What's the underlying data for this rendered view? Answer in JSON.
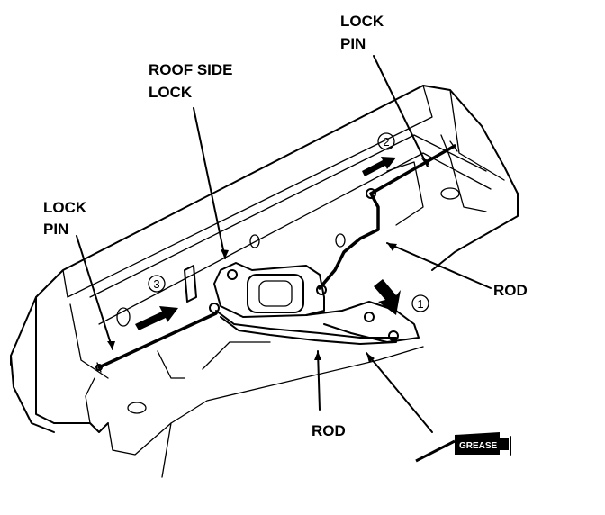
{
  "labels": {
    "lock_pin_top": [
      "LOCK",
      "PIN"
    ],
    "roof_side_lock": [
      "ROOF SIDE",
      "LOCK"
    ],
    "lock_pin_left": [
      "LOCK",
      "PIN"
    ],
    "rod_right": "ROD",
    "rod_bottom": "ROD",
    "grease": "GREASE"
  },
  "steps": {
    "step1": "1",
    "step2": "2",
    "step3": "3"
  }
}
